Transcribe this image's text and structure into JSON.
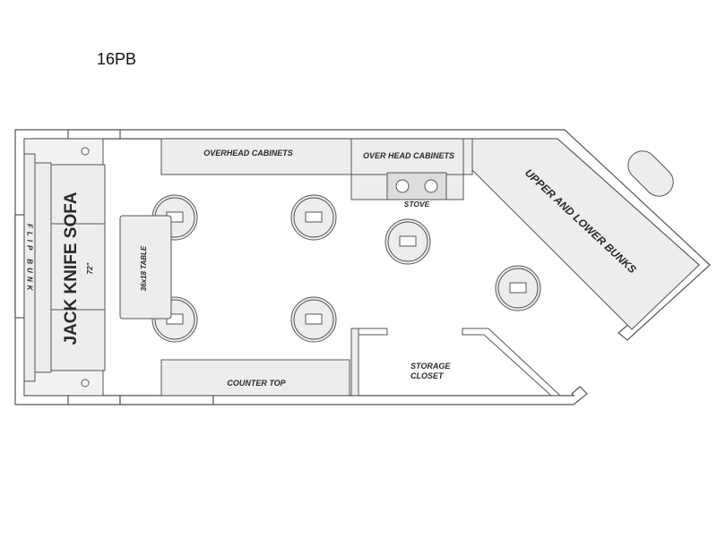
{
  "title": "16PB",
  "labels": {
    "overhead_cabinets": "OVERHEAD CABINETS",
    "over_head_cabinets": "OVER HEAD CABINETS",
    "stove": "STOVE",
    "bunks": "UPPER AND LOWER BUNKS",
    "sofa": "JACK KNIFE SOFA",
    "sofa_size": "72\"",
    "flip_bunk": "FLIP BUNK",
    "table": "36x18 TABLE",
    "counter_top": "COUNTER TOP",
    "storage_line1": "STORAGE",
    "storage_line2": "CLOSET"
  },
  "colors": {
    "wall": "#ffffff",
    "stroke": "#555555",
    "fixture": "#e9eaec"
  }
}
